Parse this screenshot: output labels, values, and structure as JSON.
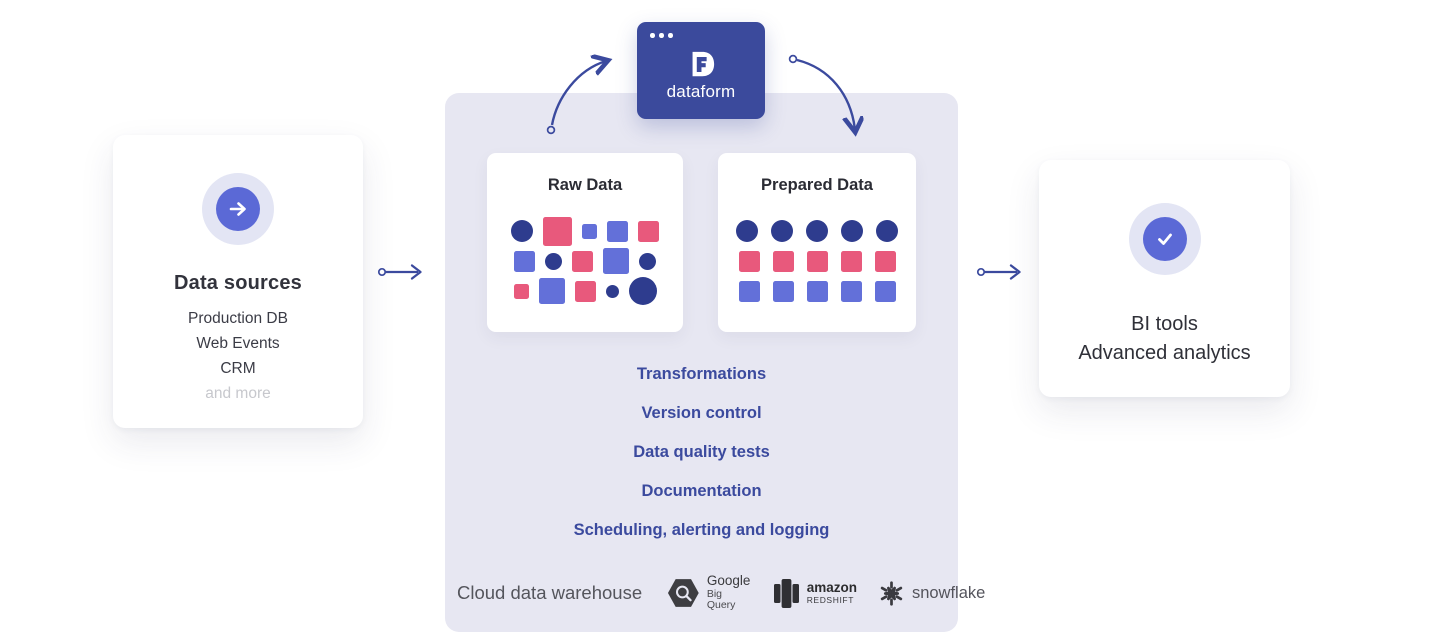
{
  "colors": {
    "navy": "#2e3c8e",
    "pink": "#e8597c",
    "blue": "#6370d9",
    "indigo": "#3b4a9e",
    "box": "#3b4a9c",
    "panel": "#e7e7f2",
    "accent": "#5b69d6",
    "halo": "#e3e5f4"
  },
  "left_card": {
    "icon": "arrow-right-circle-icon",
    "title": "Data sources",
    "items": [
      "Production DB",
      "Web Events",
      "CRM"
    ],
    "more": "and more"
  },
  "dataform_window": {
    "brand": "dataform"
  },
  "panel": {
    "raw_card": {
      "title": "Raw Data",
      "rows": [
        [
          {
            "shape": "circle",
            "color": "navy",
            "size": 22
          },
          {
            "shape": "square",
            "color": "pink",
            "size": 29
          },
          {
            "shape": "square",
            "color": "blue",
            "size": 15
          },
          {
            "shape": "square",
            "color": "blue",
            "size": 21
          },
          {
            "shape": "square",
            "color": "pink",
            "size": 21
          }
        ],
        [
          {
            "shape": "square",
            "color": "blue",
            "size": 21
          },
          {
            "shape": "circle",
            "color": "navy",
            "size": 17
          },
          {
            "shape": "square",
            "color": "pink",
            "size": 21
          },
          {
            "shape": "square",
            "color": "blue",
            "size": 26
          },
          {
            "shape": "circle",
            "color": "navy",
            "size": 17
          }
        ],
        [
          {
            "shape": "square",
            "color": "pink",
            "size": 15
          },
          {
            "shape": "square",
            "color": "blue",
            "size": 26
          },
          {
            "shape": "square",
            "color": "pink",
            "size": 21
          },
          {
            "shape": "circle",
            "color": "navy",
            "size": 13
          },
          {
            "shape": "circle",
            "color": "navy",
            "size": 28
          }
        ]
      ]
    },
    "prepared_card": {
      "title": "Prepared Data",
      "rows": [
        [
          {
            "shape": "circle",
            "color": "navy",
            "size": 22
          },
          {
            "shape": "circle",
            "color": "navy",
            "size": 22
          },
          {
            "shape": "circle",
            "color": "navy",
            "size": 22
          },
          {
            "shape": "circle",
            "color": "navy",
            "size": 22
          },
          {
            "shape": "circle",
            "color": "navy",
            "size": 22
          }
        ],
        [
          {
            "shape": "square",
            "color": "pink",
            "size": 21
          },
          {
            "shape": "square",
            "color": "pink",
            "size": 21
          },
          {
            "shape": "square",
            "color": "pink",
            "size": 21
          },
          {
            "shape": "square",
            "color": "pink",
            "size": 21
          },
          {
            "shape": "square",
            "color": "pink",
            "size": 21
          }
        ],
        [
          {
            "shape": "square",
            "color": "blue",
            "size": 21
          },
          {
            "shape": "square",
            "color": "blue",
            "size": 21
          },
          {
            "shape": "square",
            "color": "blue",
            "size": 21
          },
          {
            "shape": "square",
            "color": "blue",
            "size": 21
          },
          {
            "shape": "square",
            "color": "blue",
            "size": 21
          }
        ]
      ]
    },
    "features": [
      "Transformations",
      "Version control",
      "Data quality tests",
      "Documentation",
      "Scheduling, alerting and logging"
    ],
    "warehouse": {
      "label": "Cloud data warehouse",
      "bigquery": {
        "line1": "Google",
        "line2": "Big Query"
      },
      "redshift": {
        "line1": "amazon",
        "line2": "REDSHIFT"
      },
      "snowflake": {
        "label": "snowflake"
      }
    }
  },
  "right_card": {
    "icon": "check-circle-icon",
    "lines": [
      "BI tools",
      "Advanced analytics"
    ]
  }
}
